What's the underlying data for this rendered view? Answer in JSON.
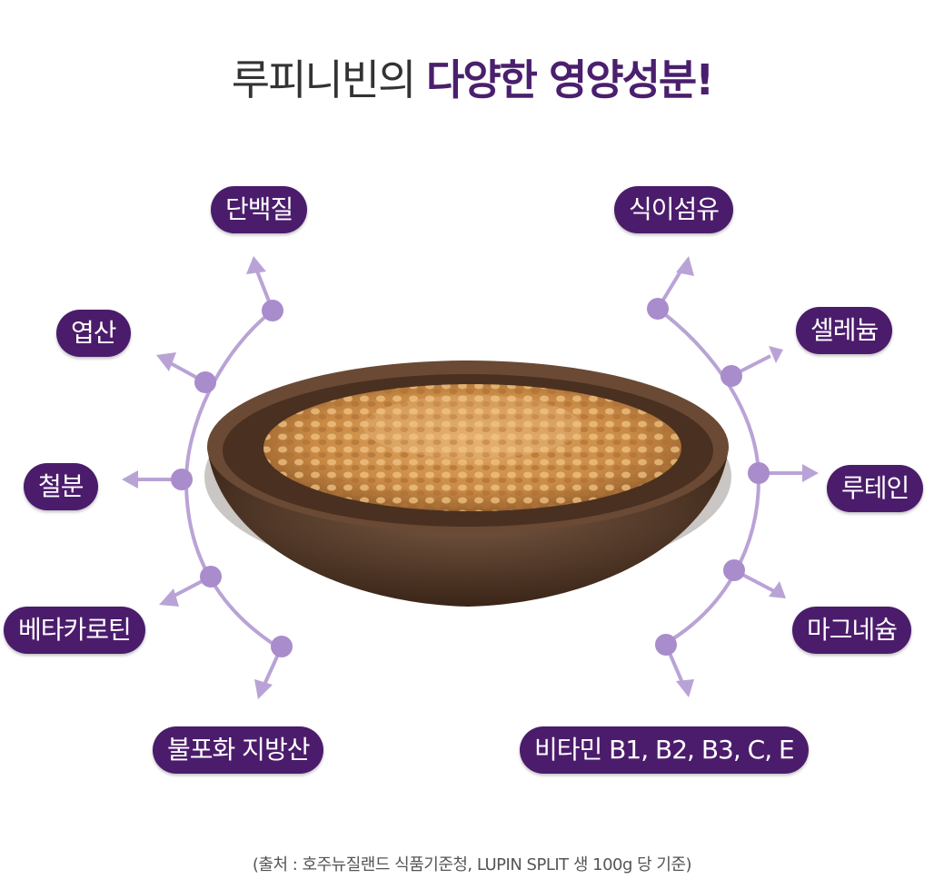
{
  "title": {
    "prefix": "루피니빈의 ",
    "highlight": "다양한 영양성분!"
  },
  "nutrients_left": [
    "단백질",
    "엽산",
    "철분",
    "베타카로틴",
    "불포화 지방산"
  ],
  "nutrients_right": [
    "식이섬유",
    "셀레늄",
    "루테인",
    "마그네슘",
    "비타민 B1, B2, B3, C, E"
  ],
  "footnote": "(출처 : 호주뉴질랜드 식품기준청, LUPIN SPLIT 생 100g 당 기준)",
  "colors": {
    "pill": "#4b1c6b",
    "title_highlight": "#4a1f6d",
    "arc": "#b9a3d6",
    "dot": "#a98ccb"
  }
}
